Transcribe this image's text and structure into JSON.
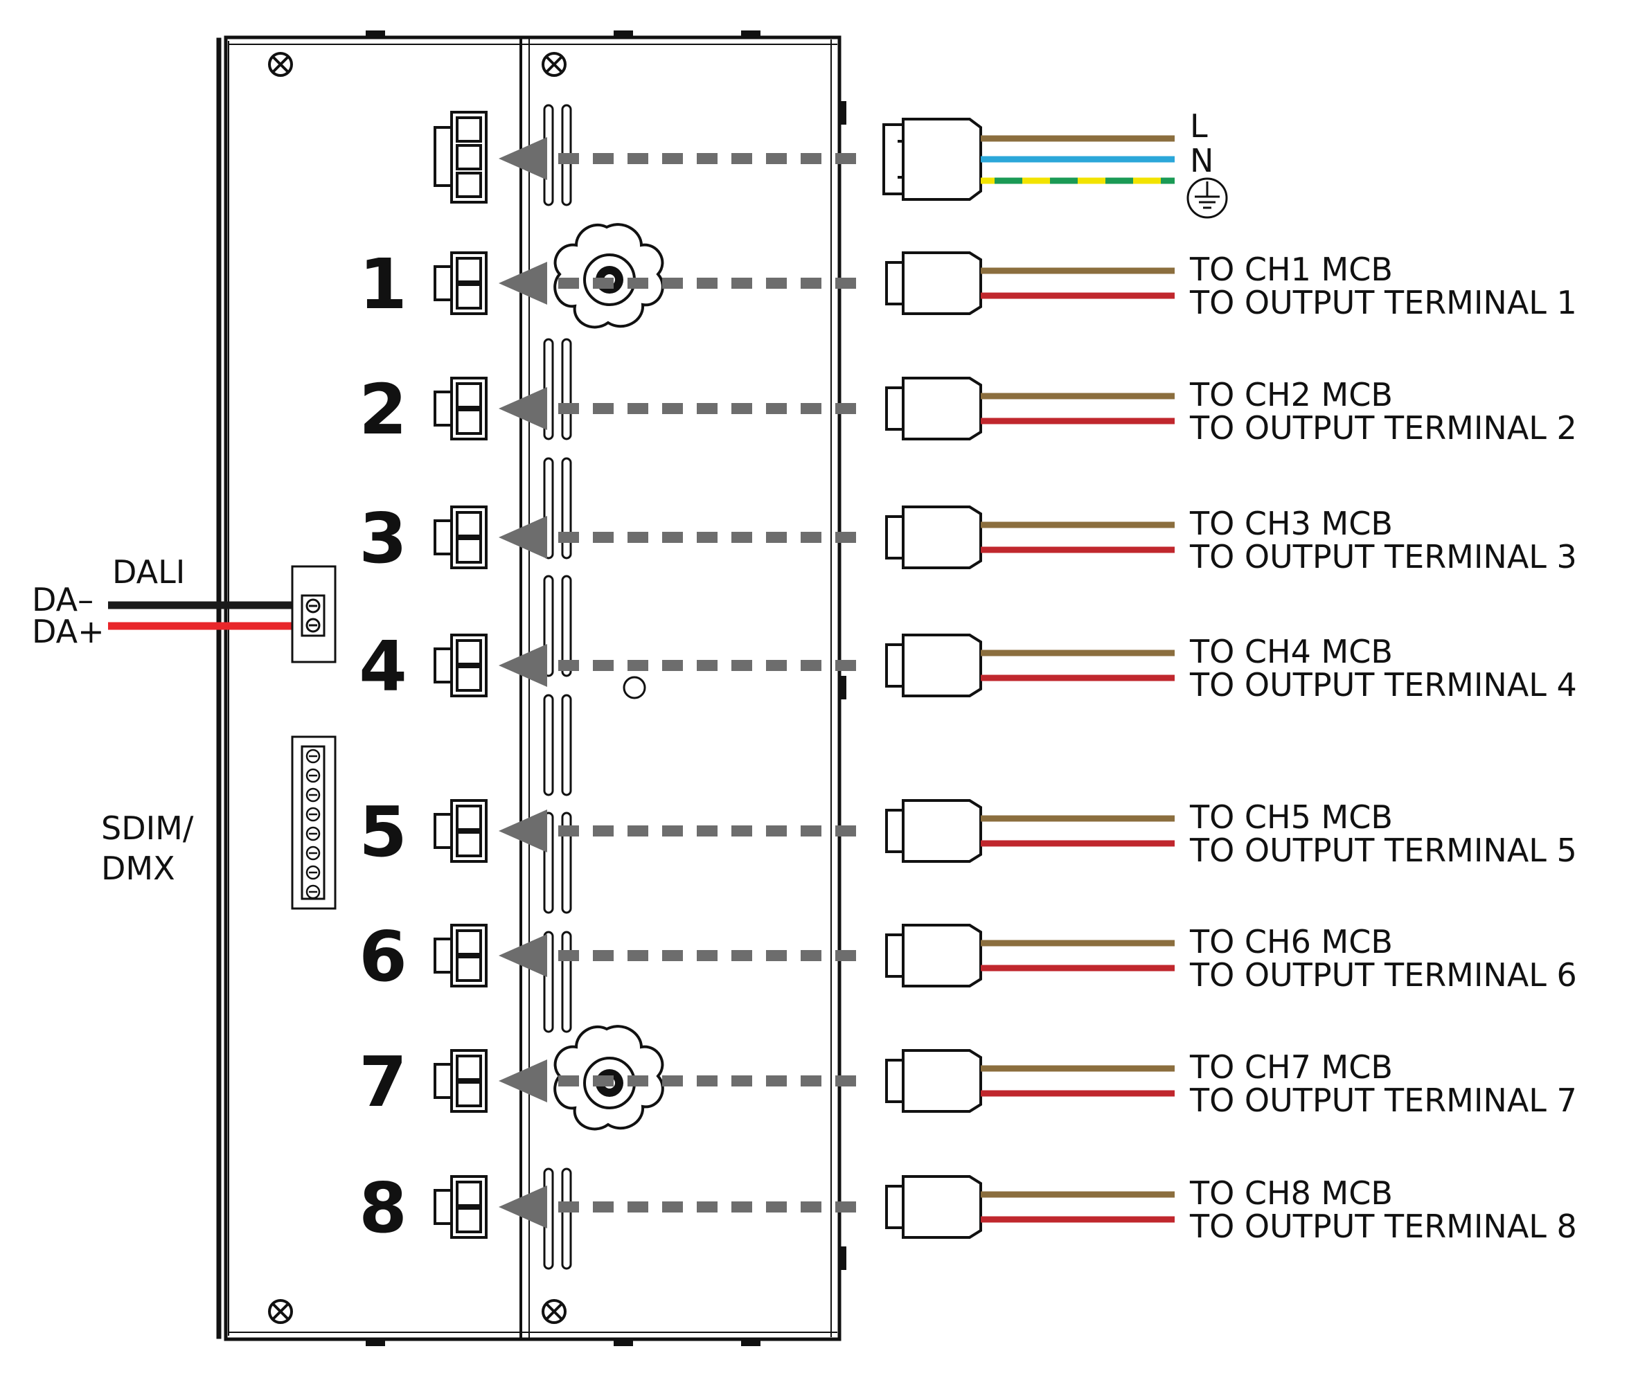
{
  "mains": {
    "labels": [
      "L",
      "N"
    ],
    "colors": {
      "live": "#8b6e3e",
      "neutral": "#2ba7d9",
      "earth_yellow": "#f2e300",
      "earth_green": "#1a9a55"
    },
    "ground_icon": "earth-ground-icon"
  },
  "dali": {
    "title": "DALI",
    "minus_label": "DA–",
    "plus_label": "DA+",
    "colors": {
      "minus": "#1a1a1a",
      "plus": "#e8262a"
    }
  },
  "sdim": {
    "line1": "SDIM/",
    "line2": "DMX"
  },
  "channel_colors": {
    "mcb": "#8b6e3e",
    "output": "#c0272d",
    "arrow": "#6d6d6d"
  },
  "channels": [
    {
      "number": "1",
      "mcb_label": "TO CH1 MCB",
      "output_label": "TO OUTPUT TERMINAL 1"
    },
    {
      "number": "2",
      "mcb_label": "TO CH2 MCB",
      "output_label": "TO OUTPUT TERMINAL 2"
    },
    {
      "number": "3",
      "mcb_label": "TO CH3 MCB",
      "output_label": "TO OUTPUT TERMINAL 3"
    },
    {
      "number": "4",
      "mcb_label": "TO CH4 MCB",
      "output_label": "TO OUTPUT TERMINAL 4"
    },
    {
      "number": "5",
      "mcb_label": "TO CH5 MCB",
      "output_label": "TO OUTPUT TERMINAL 5"
    },
    {
      "number": "6",
      "mcb_label": "TO CH6 MCB",
      "output_label": "TO OUTPUT TERMINAL 6"
    },
    {
      "number": "7",
      "mcb_label": "TO CH7 MCB",
      "output_label": "TO OUTPUT TERMINAL 7"
    },
    {
      "number": "8",
      "mcb_label": "TO CH8 MCB",
      "output_label": "TO OUTPUT TERMINAL 8"
    }
  ]
}
